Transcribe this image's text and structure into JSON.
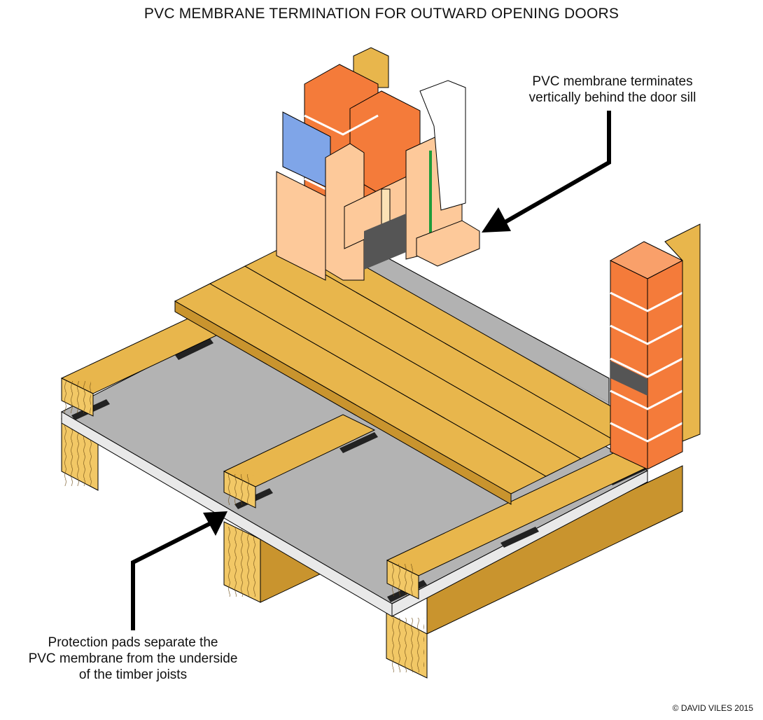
{
  "title": "PVC MEMBRANE TERMINATION FOR OUTWARD OPENING DOORS",
  "callouts": {
    "top": [
      "PVC membrane terminates",
      "vertically behind the door sill"
    ],
    "bottom": [
      "Protection pads separate the",
      "PVC membrane from the underside",
      "of the timber joists"
    ]
  },
  "copyright": "© DAVID VILES 2015",
  "colors": {
    "timber": "#e8b64c",
    "timber_dark": "#c9942e",
    "joist_end": "#f2c866",
    "brick": "#f47b3a",
    "brick_top": "#f9a06a",
    "membrane": "#b3b3b3",
    "membrane_edge": "#e9e9e9",
    "pad": "#222222",
    "frame": "#fdc99a",
    "glass": "#7fa5e8",
    "dpc": "#1e9c3a"
  }
}
